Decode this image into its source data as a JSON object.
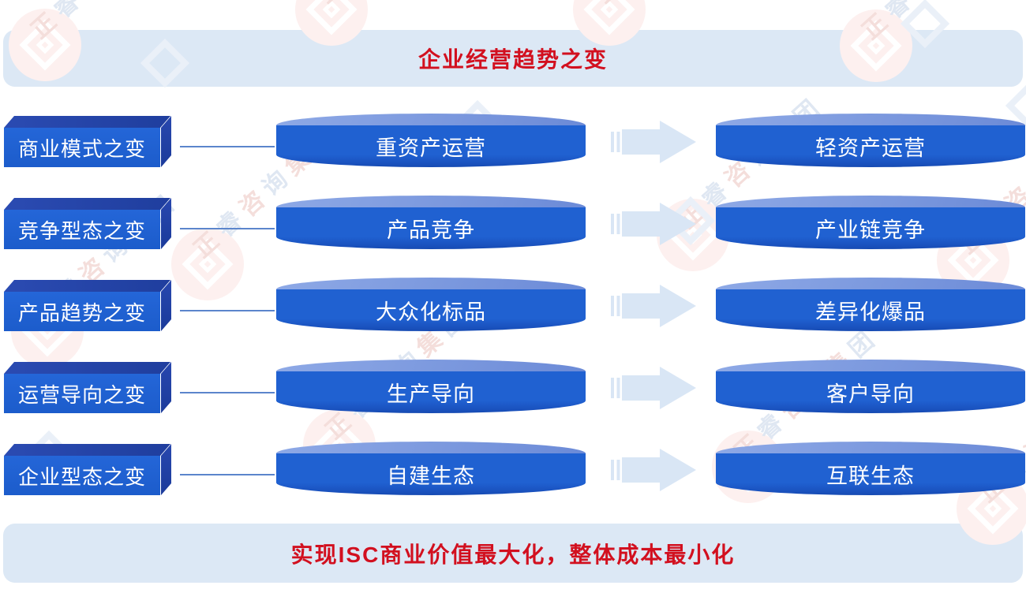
{
  "header": {
    "title": "企业经营趋势之变"
  },
  "footer": {
    "title": "实现ISC商业价值最大化，整体成本最小化"
  },
  "watermark": {
    "text": "正睿咨询集团"
  },
  "colors": {
    "banner_bg": "#dce8f5",
    "red_text": "#d2101f",
    "box_front_blue": "#2063d4",
    "box_dark_blue": "#223fa5",
    "cylinder_body_blue": "#2061d1",
    "cylinder_top_blue": "#7e9bdd",
    "arrow_light_blue": "#d9e6f5",
    "connector_blue": "#5b85cc",
    "label_white": "#ffffff"
  },
  "rows": [
    {
      "change_label": "商业模式之变",
      "from_label": "重资产运营",
      "to_label": "轻资产运营"
    },
    {
      "change_label": "竞争型态之变",
      "from_label": "产品竞争",
      "to_label": "产业链竞争"
    },
    {
      "change_label": "产品趋势之变",
      "from_label": "大众化标品",
      "to_label": "差异化爆品"
    },
    {
      "change_label": "运营导向之变",
      "from_label": "生产导向",
      "to_label": "客户导向"
    },
    {
      "change_label": "企业型态之变",
      "from_label": "自建生态",
      "to_label": "互联生态"
    }
  ]
}
